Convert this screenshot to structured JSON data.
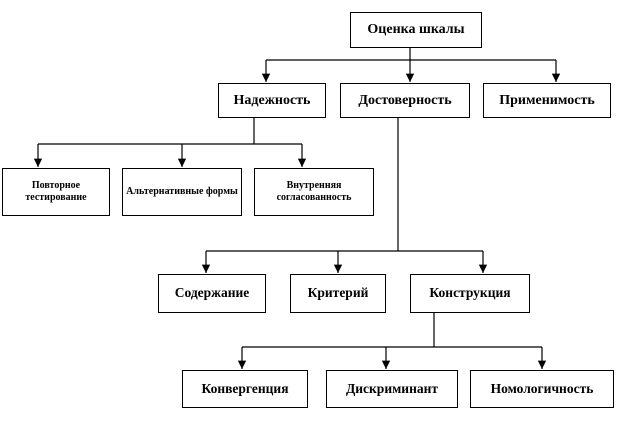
{
  "diagram": {
    "root": {
      "label": "Оценка шкалы"
    },
    "level1": {
      "reliability": {
        "label": "Надежность"
      },
      "validity": {
        "label": "Достоверность"
      },
      "generalizability": {
        "label": "Применимость"
      }
    },
    "reliability_children": {
      "test_retest": {
        "label": "Повторное тестирование"
      },
      "alternative_forms": {
        "label": "Альтернативные формы"
      },
      "internal_consistency": {
        "label": "Внутренняя согласованность"
      }
    },
    "validity_children": {
      "content": {
        "label": "Содержание"
      },
      "criterion": {
        "label": "Критерий"
      },
      "construct": {
        "label": "Конструкция"
      }
    },
    "construct_children": {
      "convergent": {
        "label": "Конвергенция"
      },
      "discriminant": {
        "label": "Дискриминант"
      },
      "nomological": {
        "label": "Номологичность"
      }
    }
  }
}
